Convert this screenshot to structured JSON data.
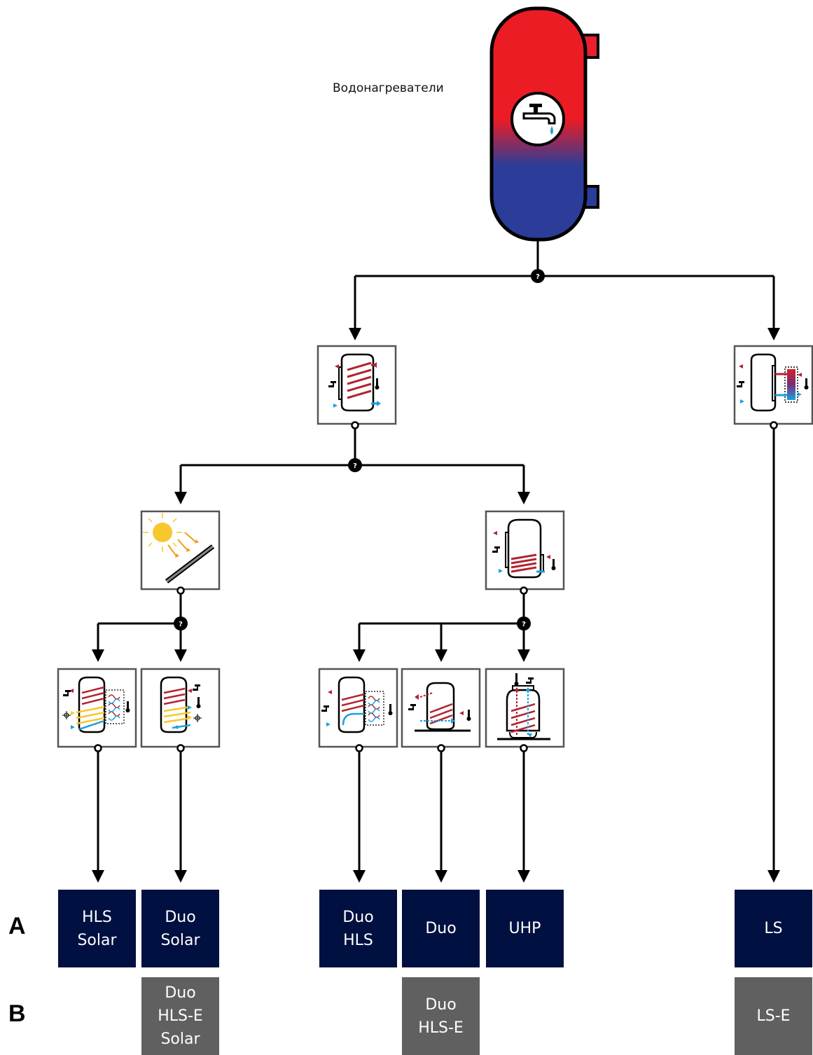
{
  "title": "Водонагреватели",
  "rows": {
    "a": "A",
    "b": "B"
  },
  "colors": {
    "hot": "#e8202e",
    "cold": "#1f3b8f",
    "navy": "#001040",
    "grey": "#606060",
    "coil": "#b22330",
    "cyan": "#1aa0dd",
    "solar": "#f7c72b"
  },
  "icons": {
    "main_tank": "water-heater-tank-icon",
    "indirect": "indirect-coil-tank-icon",
    "external_exchanger": "external-heat-exchanger-tank-icon",
    "solar": "solar-collector-icon",
    "low_coil": "low-coil-tank-icon"
  },
  "products_a": [
    {
      "id": "hls-solar",
      "label": "HLS\nSolar"
    },
    {
      "id": "duo-solar",
      "label": "Duo\nSolar"
    },
    {
      "id": "duo-hls",
      "label": "Duo\nHLS"
    },
    {
      "id": "duo",
      "label": "Duo"
    },
    {
      "id": "uhp",
      "label": "UHP"
    },
    {
      "id": "ls",
      "label": "LS"
    }
  ],
  "products_b": [
    {
      "id": "duo-hls-e-solar",
      "label": "Duo\nHLS-E\nSolar"
    },
    {
      "id": "duo-hls-e",
      "label": "Duo\nHLS-E"
    },
    {
      "id": "ls-e",
      "label": "LS-E"
    }
  ],
  "decision_marker": "?"
}
